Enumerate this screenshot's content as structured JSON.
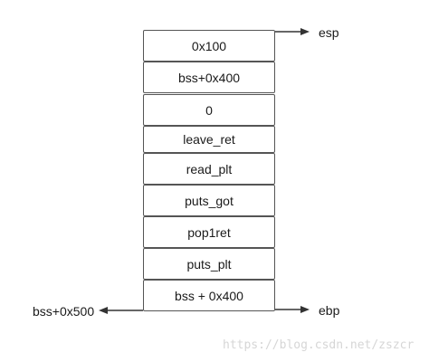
{
  "stack": {
    "cells": [
      "0x100",
      "bss+0x400",
      "0",
      "leave_ret",
      "read_plt",
      "puts_got",
      "pop1ret",
      "puts_plt",
      "bss + 0x400"
    ]
  },
  "pointers": {
    "esp": "esp",
    "ebp": "ebp",
    "left": "bss+0x500"
  },
  "watermark": "https://blog.csdn.net/zszcr"
}
